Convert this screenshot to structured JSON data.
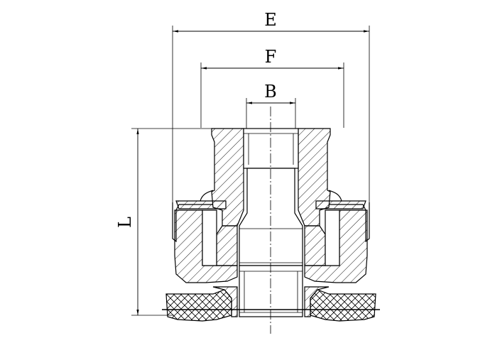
{
  "drawing": {
    "dimensions": {
      "E": "E",
      "F": "F",
      "B": "B",
      "L": "L"
    }
  }
}
